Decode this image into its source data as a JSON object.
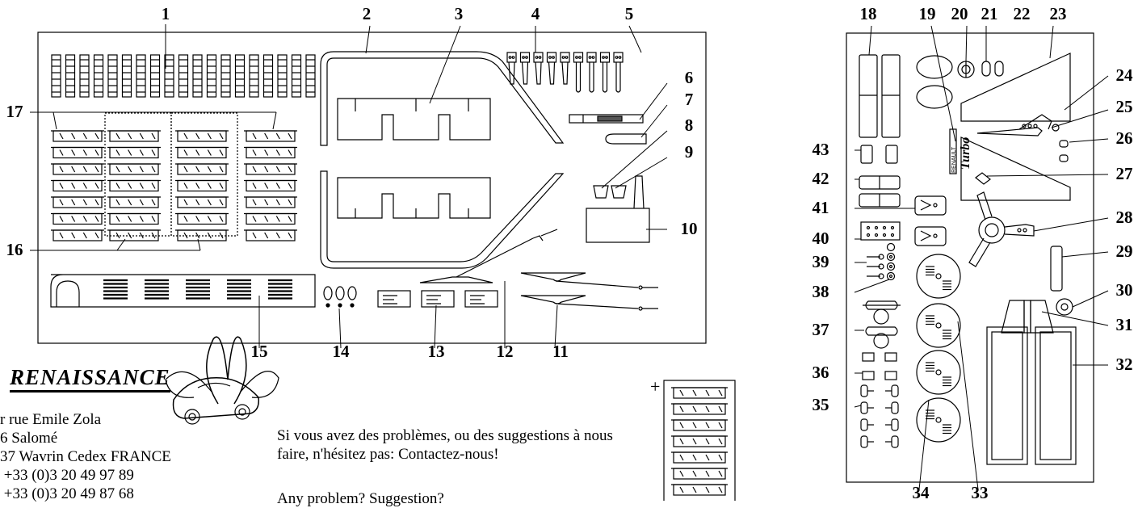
{
  "callouts": [
    "1",
    "2",
    "3",
    "4",
    "5",
    "6",
    "7",
    "8",
    "9",
    "10",
    "11",
    "12",
    "13",
    "14",
    "15",
    "16",
    "17",
    "18",
    "19",
    "20",
    "21",
    "22",
    "23",
    "24",
    "25",
    "26",
    "27",
    "28",
    "29",
    "30",
    "31",
    "32",
    "33",
    "34",
    "35",
    "36",
    "37",
    "38",
    "39",
    "40",
    "41",
    "42",
    "43"
  ],
  "brand": {
    "name": "RENAISSANCE",
    "address": "r rue Emile Zola\n6 Salomé\n37 Wavrin Cedex FRANCE\n +33 (0)3 20 49 97 89\n +33 (0)3 20 49 87 68"
  },
  "contact": {
    "french": "Si vous avez des problèmes, ou des suggestions à nous faire, n'hésitez pas: Contactez-nous!",
    "english": "Any problem? Suggestion?"
  },
  "detail_mark": "+",
  "embossed": {
    "turbo": "Turbo",
    "renault": "RENAULT"
  }
}
